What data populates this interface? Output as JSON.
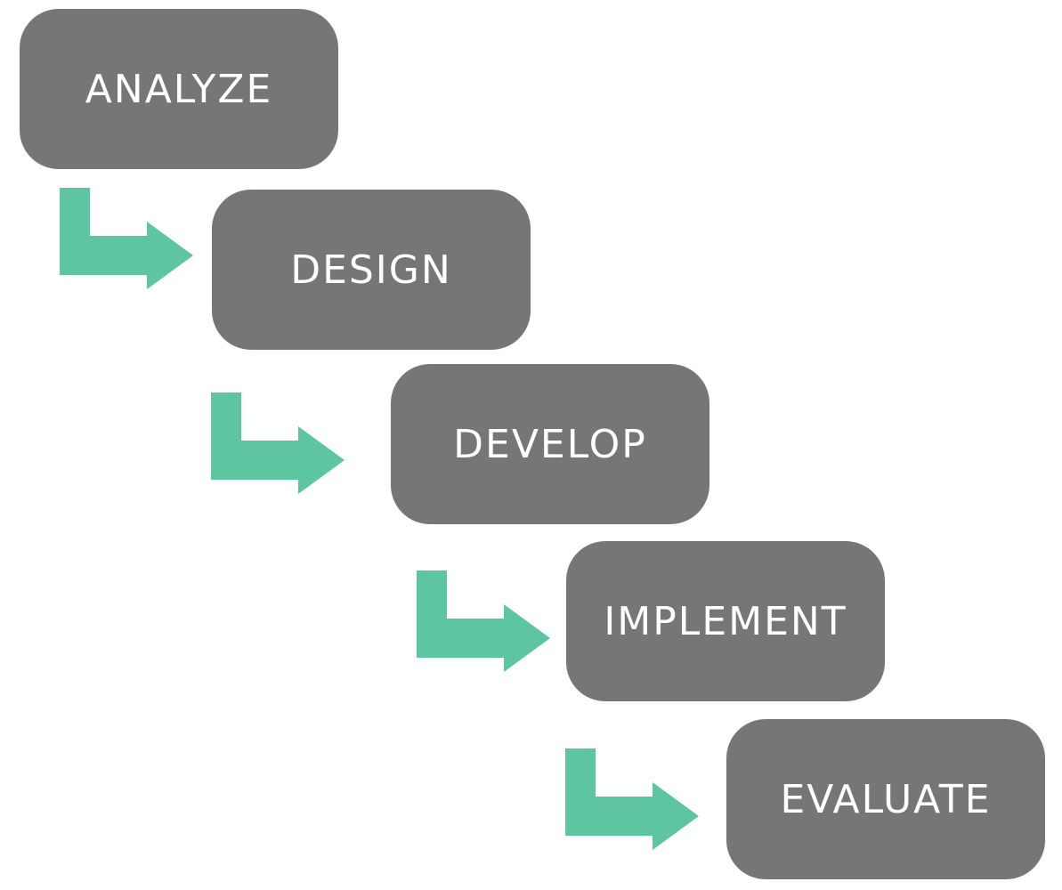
{
  "colors": {
    "box_fill": "#767676",
    "arrow_fill": "#5dc5a0",
    "label_text": "#ffffff",
    "background": "#ffffff"
  },
  "icons": {
    "connector": "bent-arrow-icon"
  },
  "steps": [
    {
      "label": "ANALYZE"
    },
    {
      "label": "DESIGN"
    },
    {
      "label": "DEVELOP"
    },
    {
      "label": "IMPLEMENT"
    },
    {
      "label": "EVALUATE"
    }
  ]
}
